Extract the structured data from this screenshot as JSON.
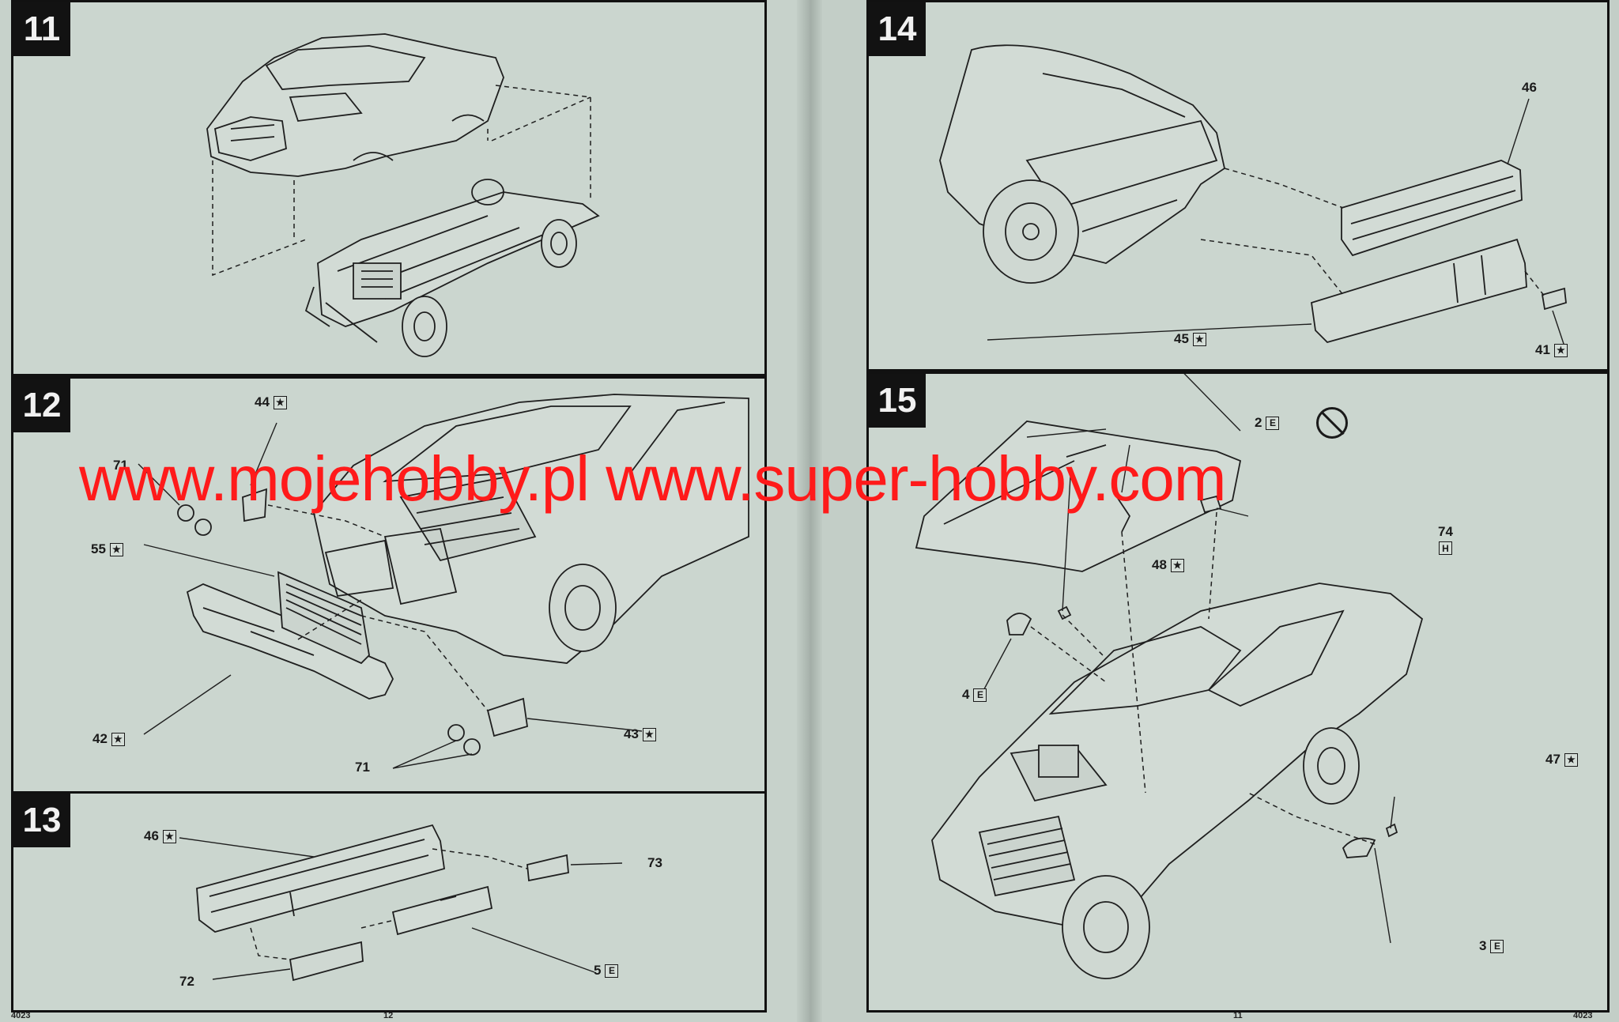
{
  "steps": [
    {
      "number": "11"
    },
    {
      "number": "12"
    },
    {
      "number": "13"
    },
    {
      "number": "14"
    },
    {
      "number": "15"
    }
  ],
  "callouts": {
    "p12_44": {
      "num": "44",
      "mark": "★"
    },
    "p12_71a": {
      "num": "71",
      "mark": ""
    },
    "p12_55": {
      "num": "55",
      "mark": "★"
    },
    "p12_42": {
      "num": "42",
      "mark": "★"
    },
    "p12_71b": {
      "num": "71",
      "mark": ""
    },
    "p12_43": {
      "num": "43",
      "mark": "★"
    },
    "p13_46": {
      "num": "46",
      "mark": "★"
    },
    "p13_73": {
      "num": "73",
      "mark": ""
    },
    "p13_72": {
      "num": "72",
      "mark": ""
    },
    "p13_5": {
      "num": "5",
      "mark": "E"
    },
    "p14_46": {
      "num": "46",
      "mark": ""
    },
    "p14_45": {
      "num": "45",
      "mark": "★"
    },
    "p14_41": {
      "num": "41",
      "mark": "★"
    },
    "p15_2": {
      "num": "2",
      "mark": "E"
    },
    "p15_74": {
      "num": "74",
      "mark": "H"
    },
    "p15_48": {
      "num": "48",
      "mark": "★"
    },
    "p15_4": {
      "num": "4",
      "mark": "E"
    },
    "p15_47": {
      "num": "47",
      "mark": "★"
    },
    "p15_3": {
      "num": "3",
      "mark": "E"
    }
  },
  "watermark": "www.mojehobby.pl www.super-hobby.com",
  "footer": {
    "left_code": "4023",
    "left_page": "12",
    "right_page": "11",
    "right_code": "4023"
  },
  "colors": {
    "paper": "#c7d2cb",
    "ink": "#1a1a1a",
    "badge": "#121212",
    "watermark": "#ff1a1a"
  },
  "icons": {
    "no_glue": "no-glue-icon"
  }
}
